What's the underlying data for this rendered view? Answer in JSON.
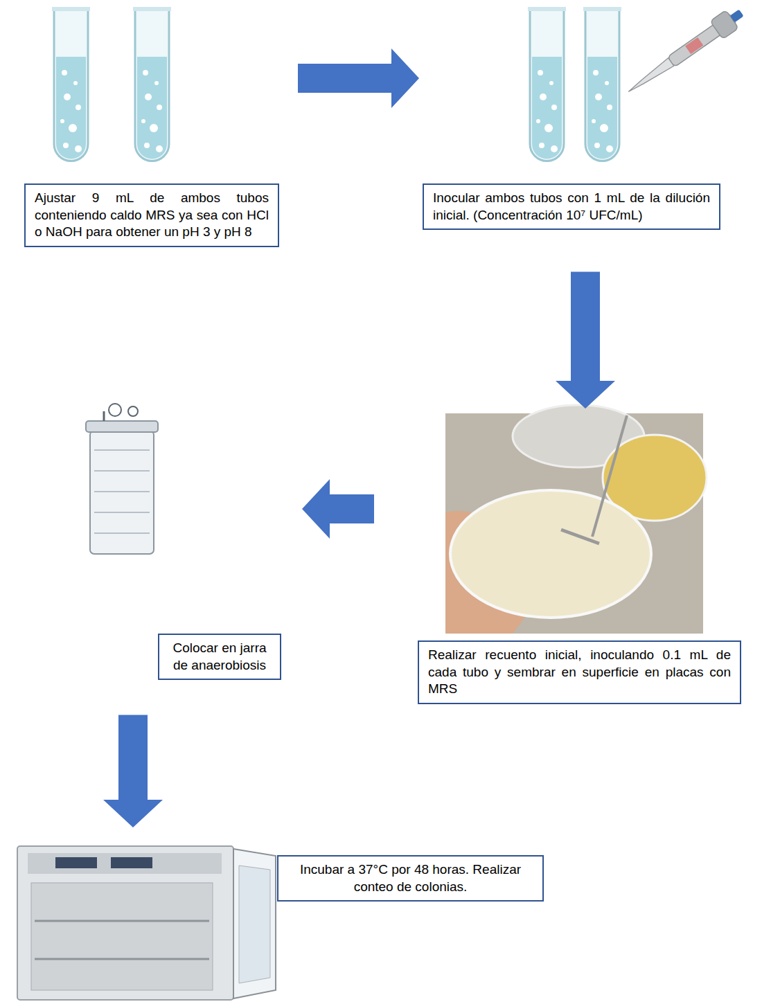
{
  "diagram": {
    "nodes": [
      {
        "text": [
          "Ajustar 9 mL de ambos tubos conteniendo caldo MRS ya sea con HCl o NaOH para obtener un pH 3 y pH 8"
        ]
      },
      {
        "text": [
          "Inocular ambos tubos con 1 mL de la dilución inicial. (Concentración 10⁷ UFC/mL)"
        ]
      },
      {
        "text": [
          "Colocar en jarra de anaerobiosis"
        ]
      },
      {
        "text": [
          "Realizar recuento inicial, inoculando 0.1 mL de cada tubo y sembrar en superficie en placas con MRS"
        ]
      },
      {
        "text": [
          "Incubar a 37°C por 48 horas. Realizar conteo de colonias."
        ]
      }
    ],
    "edges": [
      {
        "from": 0,
        "to": 1,
        "arrow": "to"
      },
      {
        "from": 1,
        "to": 3,
        "arrow": "to"
      },
      {
        "from": 3,
        "to": 2,
        "arrow": "to"
      },
      {
        "from": 2,
        "to": 4,
        "arrow": "to"
      }
    ]
  }
}
